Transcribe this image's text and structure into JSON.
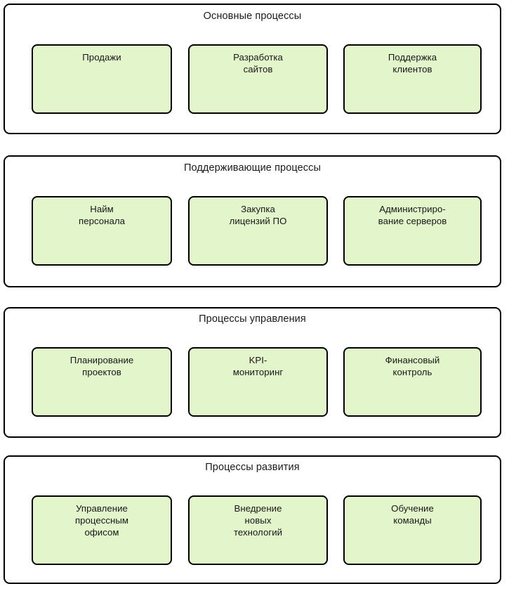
{
  "diagram": {
    "title_visible": false,
    "colors": {
      "box_fill": "#e3f5ca",
      "box_border": "#000000",
      "group_fill": "#ffffff",
      "group_border": "#000000",
      "text": "#171717"
    },
    "groups": [
      {
        "id": "core-processes",
        "title": "Основные процессы",
        "boxes": [
          {
            "id": "sales",
            "label": "Продажи"
          },
          {
            "id": "website-dev",
            "label": "Разработка\nсайтов"
          },
          {
            "id": "customer-support",
            "label": "Поддержка\nклиентов"
          }
        ]
      },
      {
        "id": "supporting-processes",
        "title": "Поддерживающие процессы",
        "boxes": [
          {
            "id": "staff-hiring",
            "label": "Найм\nперсонала"
          },
          {
            "id": "software-licensing",
            "label": "Закупка\nлицензий ПО"
          },
          {
            "id": "server-administration",
            "label": "Администриро-\nвание серверов"
          }
        ]
      },
      {
        "id": "management-processes",
        "title": "Процессы управления",
        "boxes": [
          {
            "id": "project-planning",
            "label": "Планирование\nпроектов"
          },
          {
            "id": "kpi-monitoring",
            "label": "KPI-\nмониторинг"
          },
          {
            "id": "financial-control",
            "label": "Финансовый\nконтроль"
          }
        ]
      },
      {
        "id": "development-processes",
        "title": "Процессы развития",
        "boxes": [
          {
            "id": "process-office-management",
            "label": "Управление\nпроцессным\nофисом"
          },
          {
            "id": "new-technology-adoption",
            "label": "Внедрение\nновых\nтехнологий"
          },
          {
            "id": "team-training",
            "label": "Обучение\nкоманды"
          }
        ]
      }
    ]
  }
}
